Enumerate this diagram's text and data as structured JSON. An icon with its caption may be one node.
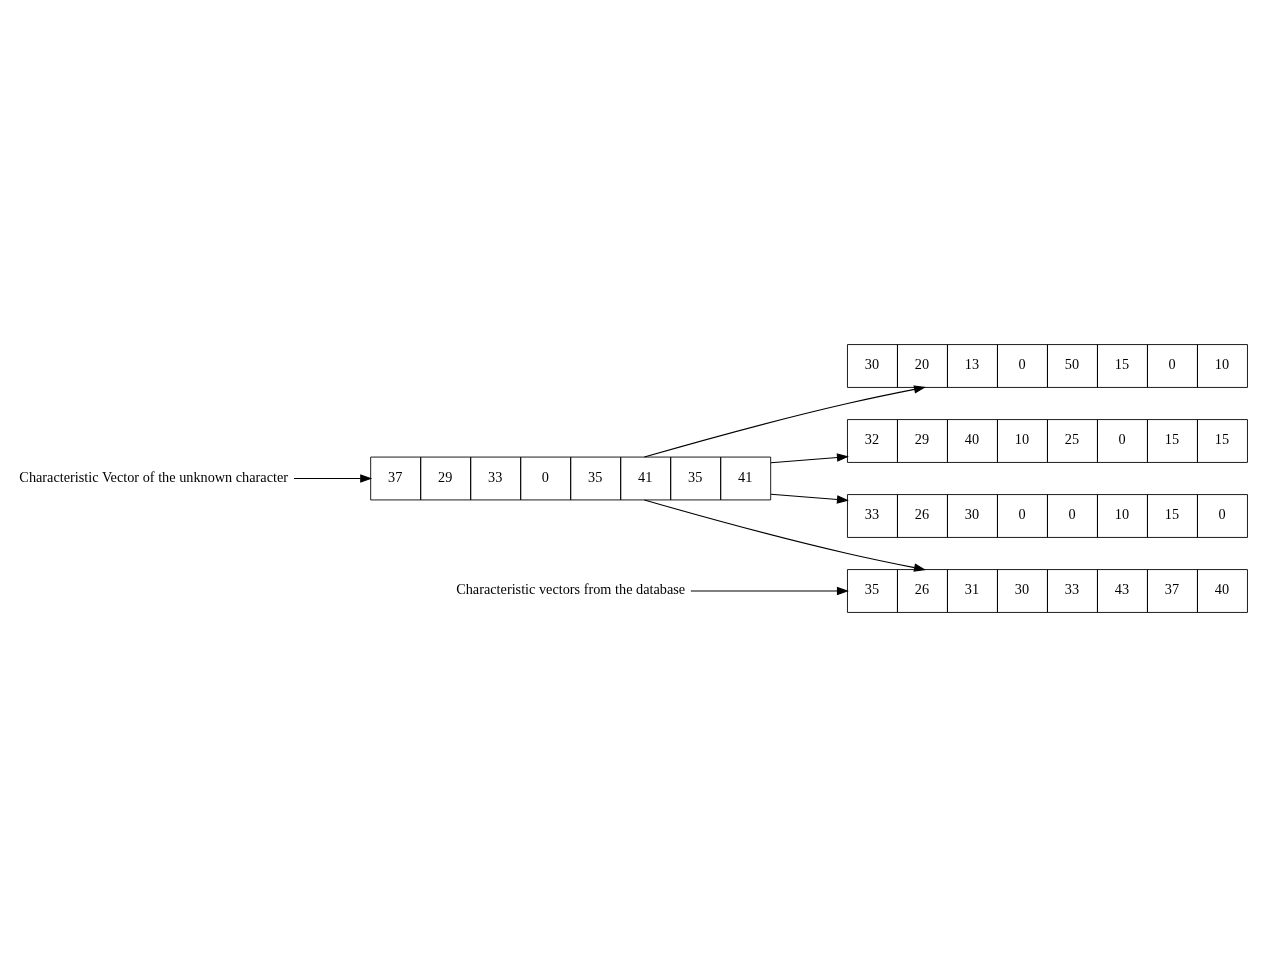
{
  "diagram": {
    "nodes": [
      {
        "text": [
          "Characteristic Vector of the unknown character"
        ]
      },
      {
        "text": [
          "37",
          "29",
          "33",
          "0",
          "35",
          "41",
          "35",
          "41"
        ]
      },
      {
        "text": [
          "30",
          "20",
          "13",
          "0",
          "50",
          "15",
          "0",
          "10"
        ]
      },
      {
        "text": [
          "32",
          "29",
          "40",
          "10",
          "25",
          "0",
          "15",
          "15"
        ]
      },
      {
        "text": [
          "35",
          "26",
          "31",
          "30",
          "33",
          "43",
          "37",
          "40"
        ]
      },
      {
        "text": [
          "33",
          "26",
          "30",
          "0",
          "0",
          "10",
          "15",
          "0"
        ]
      },
      {
        "text": [
          "Characteristic vectors from the database"
        ]
      }
    ],
    "edges": [
      {
        "from": 0,
        "to": 1,
        "arrow": "to"
      },
      {
        "from": 1,
        "to": 2,
        "arrow": "to"
      },
      {
        "from": 1,
        "to": 3,
        "arrow": "to"
      },
      {
        "from": 1,
        "to": 4,
        "arrow": "to"
      },
      {
        "from": 1,
        "to": 5,
        "arrow": "to"
      },
      {
        "from": 6,
        "to": 4,
        "arrow": "to"
      }
    ]
  }
}
